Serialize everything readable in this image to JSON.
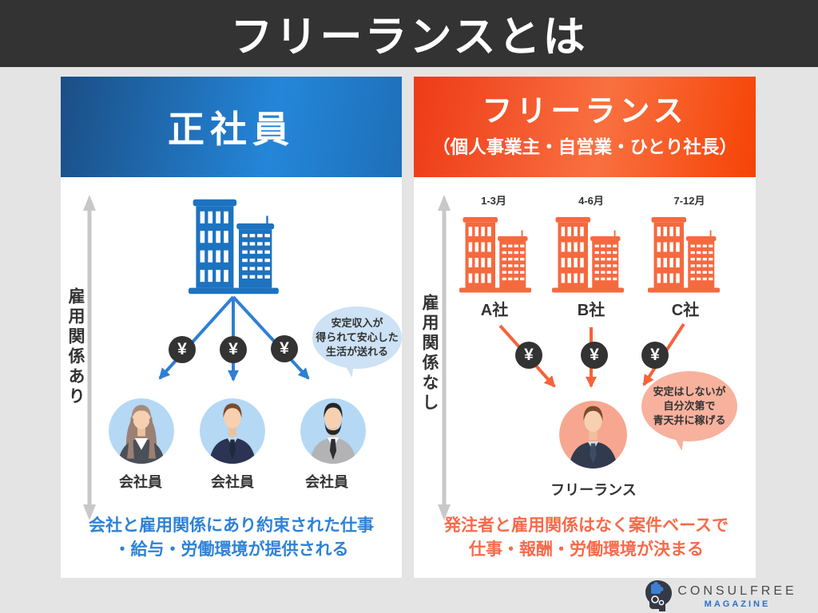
{
  "header": {
    "title": "フリーランスとは"
  },
  "left": {
    "title": "正社員",
    "employment_label": "雇用関係あり",
    "currency": "¥",
    "bubble": [
      "安定収入が",
      "得られて安心した",
      "生活が送れる"
    ],
    "workers": [
      "会社員",
      "会社員",
      "会社員"
    ],
    "summary": [
      "会社と雇用関係にあり約束された仕事",
      "・給与・労働環境が提供される"
    ]
  },
  "right": {
    "title": "フリーランス",
    "subtitle": "（個人事業主・自営業・ひとり社長）",
    "employment_label": "雇用関係なし",
    "currency": "¥",
    "periods": [
      "1-3月",
      "4-6月",
      "7-12月"
    ],
    "companies": [
      "A社",
      "B社",
      "C社"
    ],
    "bubble": [
      "安定はしないが",
      "自分次第で",
      "青天井に稼げる"
    ],
    "person_label": "フリーランス",
    "summary": [
      "発注者と雇用関係はなく案件ベースで",
      "仕事・報酬・労働環境が決まる"
    ]
  },
  "footer": {
    "brand": "CONSULFREE",
    "magazine": "MAGAZINE"
  },
  "colors": {
    "titlebar": "#333333",
    "page_bg": "#e4e4e4",
    "employee_blue": "#1d73c0",
    "freelance_orange": "#f6693f",
    "coin_bg": "#333333",
    "bubble_blue": "#cde2f5",
    "bubble_salmon": "#f8b19d",
    "summary_blue": "#2e82d6",
    "summary_orange": "#f86a4a",
    "axis_gray": "#c8c8c8"
  }
}
